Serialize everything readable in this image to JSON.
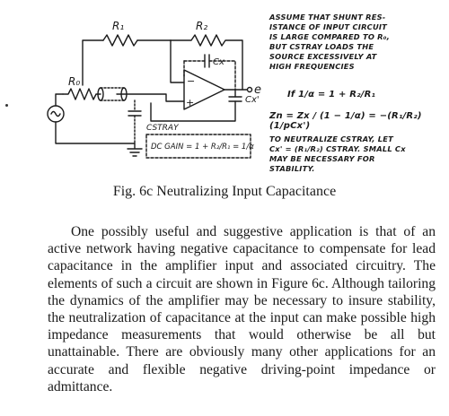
{
  "figure": {
    "labels": {
      "r1": "R₁",
      "r2": "R₂",
      "r0": "R₀",
      "cx": "Cx",
      "cx_prime": "Cx'",
      "c_stray": "CSTRAY",
      "output": "e",
      "minus": "−",
      "plus": "+",
      "dc_gain": "DC GAIN = 1 + R₂/R₁ = 1/α"
    },
    "notes": {
      "assumption": [
        "ASSUME THAT SHUNT RES-",
        "ISTANCE OF INPUT CIRCUIT",
        "IS LARGE COMPARED TO R₀,",
        "BUT CSTRAY LOADS THE",
        "SOURCE EXCESSIVELY AT",
        "HIGH FREQUENCIES"
      ],
      "eq1": "If 1/α = 1 + R₂/R₁",
      "eq2": "Zn = Zx / (1 − 1/α) = −(R₁/R₂)(1/pCx')",
      "neutralize": [
        "TO NEUTRALIZE CSTRAY, LET",
        "Cx' = (R₁/R₂) CSTRAY. SMALL Cx",
        "MAY BE NECESSARY FOR",
        "STABILITY."
      ]
    }
  },
  "caption": "Fig. 6c   Neutralizing Input Capacitance",
  "paragraph": "One possibly useful and suggestive application is that of an active network having negative capacitance to compensate for lead capacitance in the amplifier input and associated circuitry. The elements of such a circuit are shown in Figure 6c. Although tailoring the dynamics of the amplifier may be necessary to insure stability, the neutralization of capacitance at the input can make possible high impedance measurements that would otherwise be all but unattainable. There are obviously many other applications for an accurate and flexible negative driving-point impedance or admittance."
}
